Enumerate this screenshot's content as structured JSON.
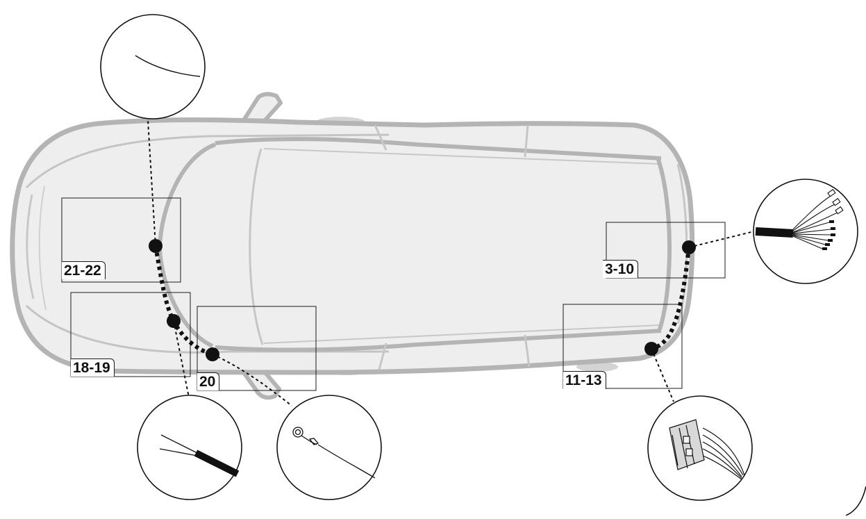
{
  "steps": [
    {
      "id": "s21",
      "label": "21-22"
    },
    {
      "id": "s18",
      "label": "18-19"
    },
    {
      "id": "s20",
      "label": "20"
    },
    {
      "id": "s3",
      "label": "3-10"
    },
    {
      "id": "s11",
      "label": "11-13"
    }
  ],
  "callouts": [
    {
      "id": "c-cable-end",
      "icon": "single-wire-icon"
    },
    {
      "id": "c-sheathed",
      "icon": "sheathed-cable-icon"
    },
    {
      "id": "c-ring",
      "icon": "ring-terminal-icon"
    },
    {
      "id": "c-connector",
      "icon": "multi-pin-connector-icon"
    },
    {
      "id": "c-harness",
      "icon": "wiring-harness-icon"
    }
  ],
  "colors": {
    "car_fill": "#eeeeee",
    "car_outline": "#b4b4b4",
    "ink": "#111111"
  }
}
